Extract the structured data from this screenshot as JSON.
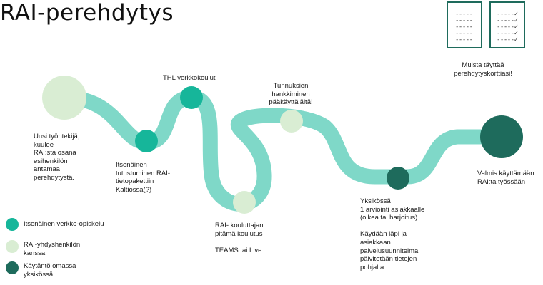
{
  "title": "RAI-perehdytys",
  "colors": {
    "path": "#7fd8c8",
    "light": "#d9edd3",
    "teal": "#16b69a",
    "dark": "#1e6b5c"
  },
  "steps": [
    {
      "text": "Uusi työntekijä,\nkuulee\nRAI:sta osana\nesihenkilön\nantamaa\nperehdytystä."
    },
    {
      "text": "Itsenäinen\ntutustuminen RAI-\ntietopakettiin\nKaltiossa(?)"
    },
    {
      "text": "THL verkkokoulut"
    },
    {
      "text": "RAI- kouluttajan\npitämä koulutus\n\nTEAMS tai Live"
    },
    {
      "text": "Tunnuksien\nhankkiminen\npääkäyttäjältä!"
    },
    {
      "text": "Yksikössä\n1 arviointi asiakkaalle\n(oikea tai harjoitus)\n\nKäydään läpi ja\nasiakkaan\npalvelusuunnitelma\npäivitetään tietojen\npohjalta"
    },
    {
      "text": "Valmis käyttämään\nRAI:ta työssään"
    }
  ],
  "legend": [
    {
      "text": "Itsenäinen verkko-opiskelu",
      "color": "#16b69a"
    },
    {
      "text": "RAI-yhdyshenkilön\nkanssa",
      "color": "#d9edd3"
    },
    {
      "text": "Käytäntö omassa\nyksikössä",
      "color": "#1e6b5c"
    }
  ],
  "reminder": {
    "text": "Muista täyttää\nperehdytyskorttiasi!",
    "doc_rows": [
      "-----",
      "-----",
      "-----",
      "-----",
      "-----"
    ],
    "doc_rows_checked": [
      "-----✓",
      "-----✓",
      "-----✓",
      "-----✓",
      "-----✓"
    ]
  }
}
